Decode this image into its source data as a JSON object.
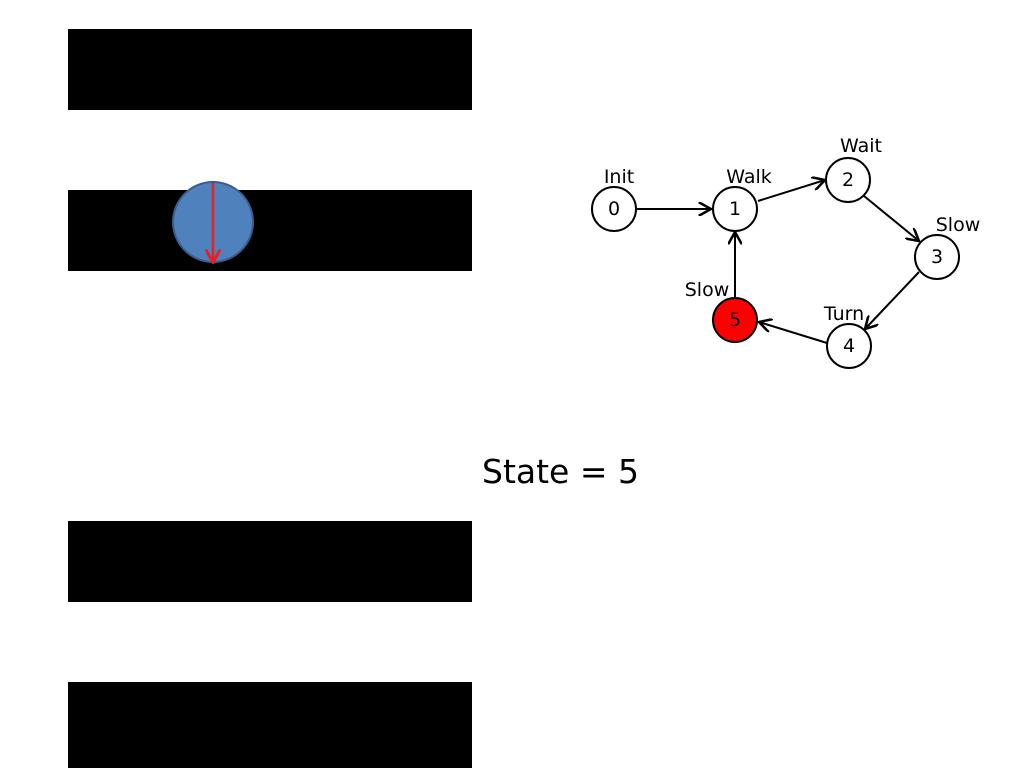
{
  "current_state": "5",
  "readout": "State = 5",
  "colors": {
    "bar": "#000000",
    "robot_fill": "#4f81bd",
    "robot_stroke": "#385d8a",
    "arrow": "#e8201f",
    "active_state": "#ff0000",
    "node_stroke": "#000000"
  },
  "states": [
    {
      "id": "0",
      "label": "Init"
    },
    {
      "id": "1",
      "label": "Walk"
    },
    {
      "id": "2",
      "label": "Wait"
    },
    {
      "id": "3",
      "label": "Slow"
    },
    {
      "id": "4",
      "label": "Turn"
    },
    {
      "id": "5",
      "label": "Slow"
    }
  ],
  "transitions": [
    {
      "from": "0",
      "to": "1"
    },
    {
      "from": "1",
      "to": "2"
    },
    {
      "from": "2",
      "to": "3"
    },
    {
      "from": "3",
      "to": "4"
    },
    {
      "from": "4",
      "to": "5"
    },
    {
      "from": "5",
      "to": "1"
    }
  ]
}
